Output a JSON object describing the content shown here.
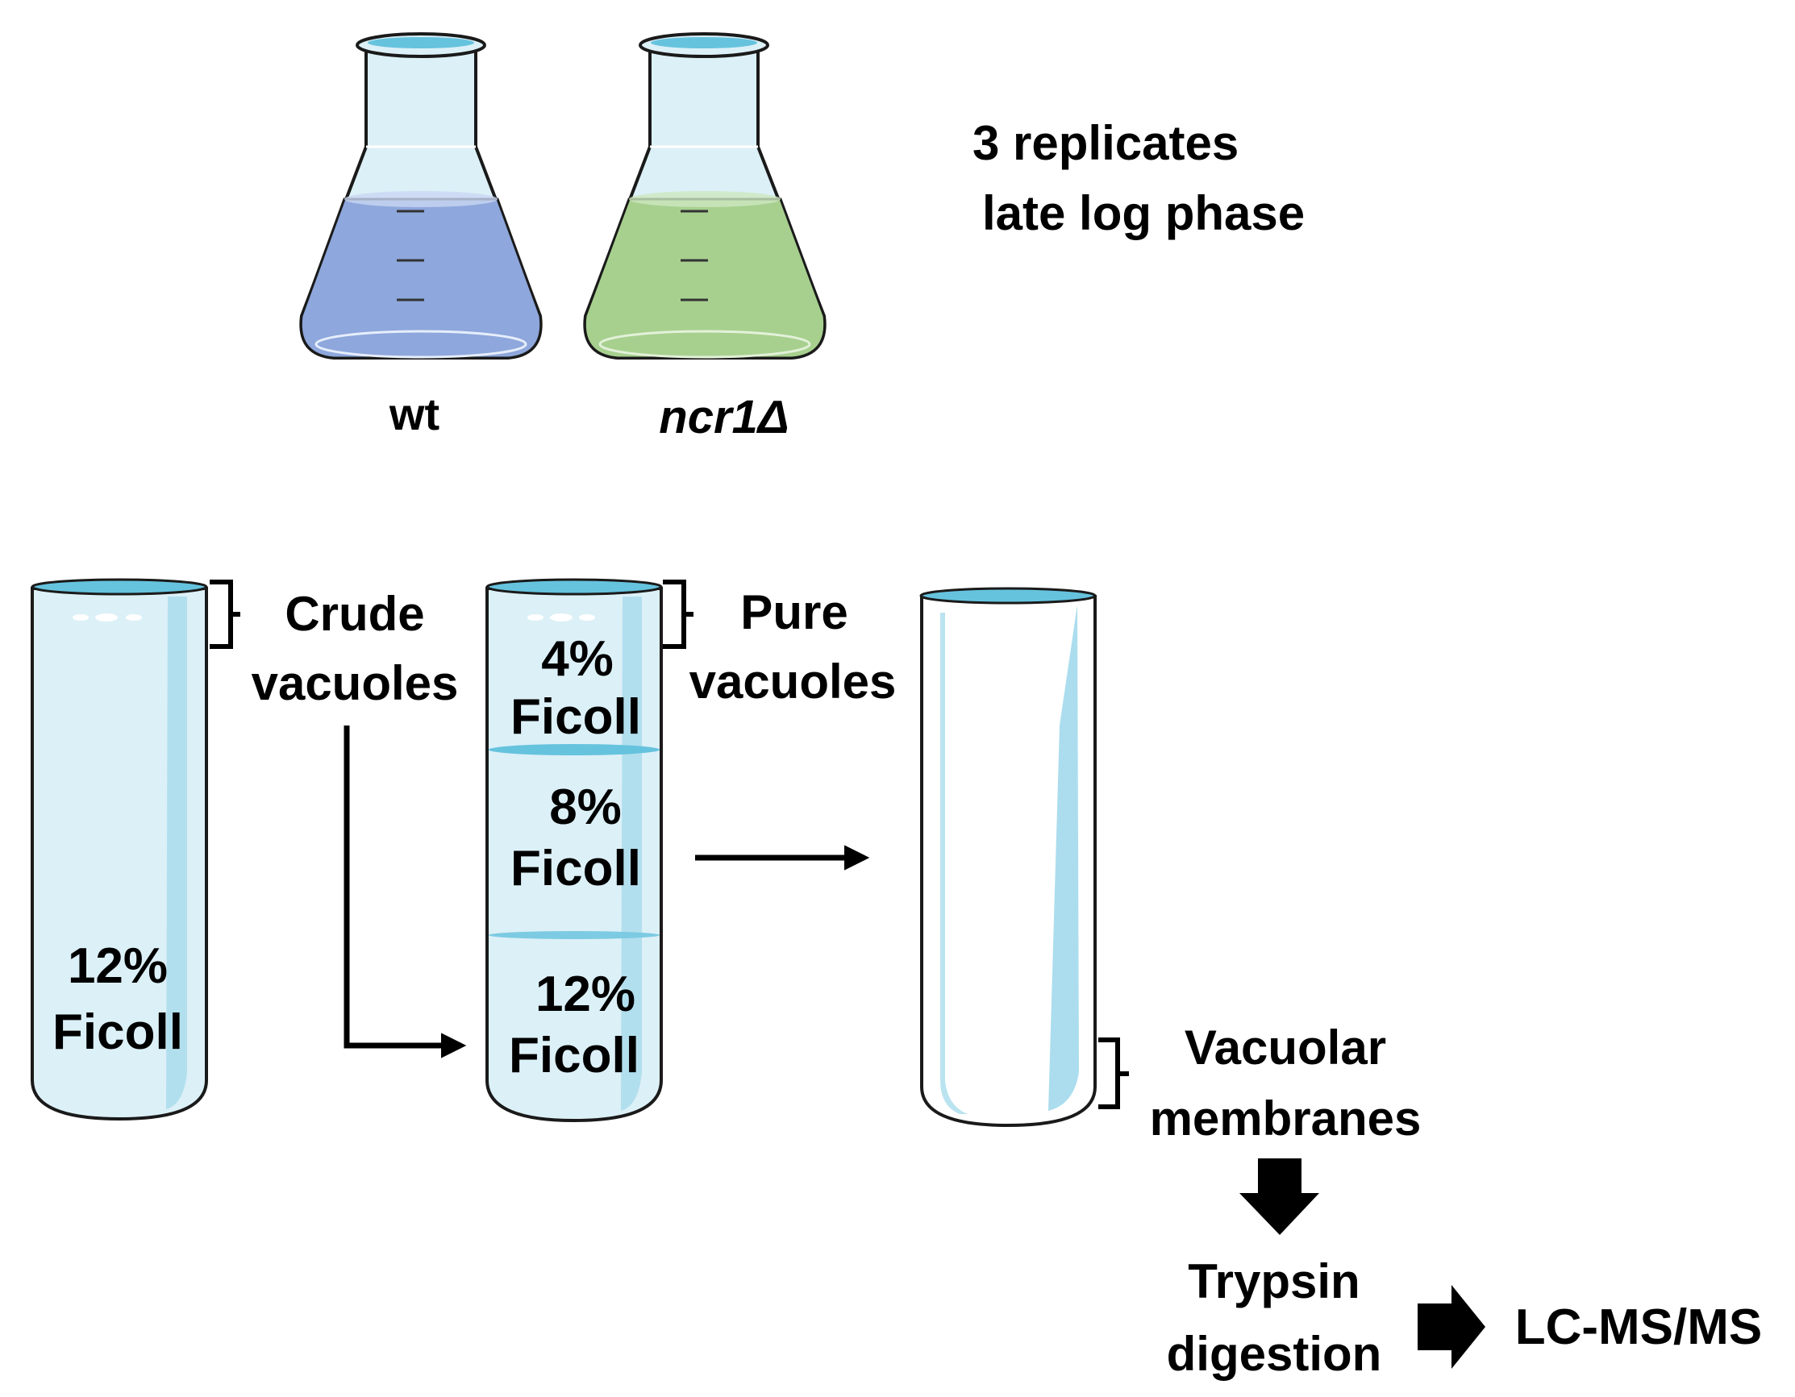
{
  "flasks": {
    "wt_label": "wt",
    "mutant_label": "ncr1Δ",
    "wt_media_color": "#8ea7dc",
    "mutant_media_color": "#a7d08f",
    "glass_color": "#dcf0f7",
    "rim_color": "#66c3de"
  },
  "conditions": {
    "line1": "3 replicates",
    "line2": "late log phase"
  },
  "tube1": {
    "bracket_label_1": "Crude",
    "bracket_label_2": "vacuoles",
    "content_1": "12%",
    "content_2": "Ficoll"
  },
  "tube2": {
    "layer1_a": "4%",
    "layer1_b": "Ficoll",
    "layer2_a": "8%",
    "layer2_b": "Ficoll",
    "layer3_a": "12%",
    "layer3_b": "Ficoll",
    "bracket_label_1": "Pure",
    "bracket_label_2": "vacuoles"
  },
  "tube3": {
    "bracket_label_1": "Vacuolar",
    "bracket_label_2": "membranes"
  },
  "steps": {
    "digestion_1": "Trypsin",
    "digestion_2": "digestion",
    "analysis": "LC-MS/MS"
  }
}
